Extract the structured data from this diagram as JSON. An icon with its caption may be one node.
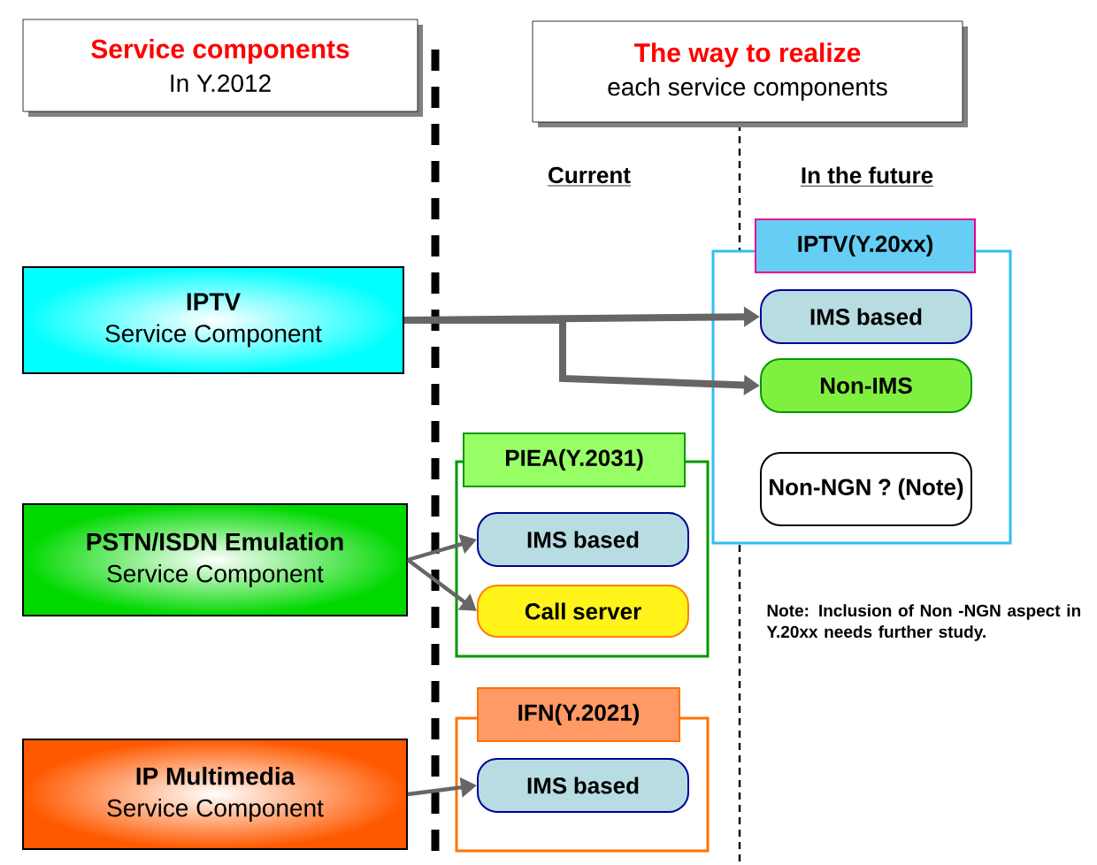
{
  "diagram": {
    "nodes": [
      {
        "text": [
          "Service components",
          "In Y.2012"
        ]
      },
      {
        "text": [
          "The way to realize",
          "each service components"
        ]
      },
      {
        "text": [
          "IPTV",
          "Service Component"
        ]
      },
      {
        "text": [
          "PSTN/ISDN Emulation",
          "Service Component"
        ]
      },
      {
        "text": [
          "IP Multimedia",
          "Service Component"
        ]
      },
      {
        "text": [
          "IPTV(Y.20xx)"
        ]
      },
      {
        "text": [
          "IMS based"
        ],
        "in": 5
      },
      {
        "text": [
          "Non-IMS"
        ],
        "in": 5
      },
      {
        "text": [
          "Non-NGN ? (Note)"
        ],
        "in": 5
      },
      {
        "text": [
          "PIEA(Y.2031)"
        ]
      },
      {
        "text": [
          "IMS based"
        ],
        "in": 9
      },
      {
        "text": [
          "Call server"
        ],
        "in": 9
      },
      {
        "text": [
          "IFN(Y.2021)"
        ]
      },
      {
        "text": [
          "IMS based"
        ],
        "in": 12
      }
    ],
    "edges": [
      {
        "from": 2,
        "to": 6,
        "arrow": "to",
        "style": "thick"
      },
      {
        "from": 2,
        "to": 7,
        "arrow": "to",
        "style": "thick"
      },
      {
        "from": 3,
        "to": 10,
        "arrow": "to"
      },
      {
        "from": 3,
        "to": 11,
        "arrow": "to"
      },
      {
        "from": 4,
        "to": 13,
        "arrow": "to"
      }
    ],
    "labels": [
      "Current",
      "In the future",
      "Note: Inclusion of Non -NGN aspect in Y.20xx needs further study."
    ]
  }
}
